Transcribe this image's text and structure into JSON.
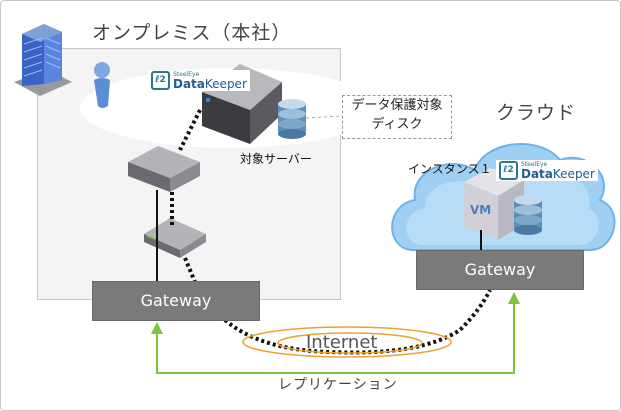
{
  "diagram": {
    "onprem": {
      "title": "オンプレミス（本社）",
      "server_label": "対象サーバー",
      "gateway_label": "Gateway"
    },
    "cloud": {
      "title": "クラウド",
      "instance_label": "インスタンス１",
      "vm_label": "VM",
      "gateway_label": "Gateway"
    },
    "disk_note": {
      "line1": "データ保護対象",
      "line2": "ディスク"
    },
    "datakeeper_logo": {
      "brand_small": "SteelEye",
      "brand_main_bold": "Data",
      "brand_main_light": "Keeper"
    },
    "internet_label": "Internet",
    "replication_label": "レプリケーション",
    "colors": {
      "replication_arrow": "#7dc241",
      "internet_ellipse": "#f0a030",
      "gateway_fill": "#7a7a7a",
      "cloud_fill": "#8ec6ef"
    }
  }
}
